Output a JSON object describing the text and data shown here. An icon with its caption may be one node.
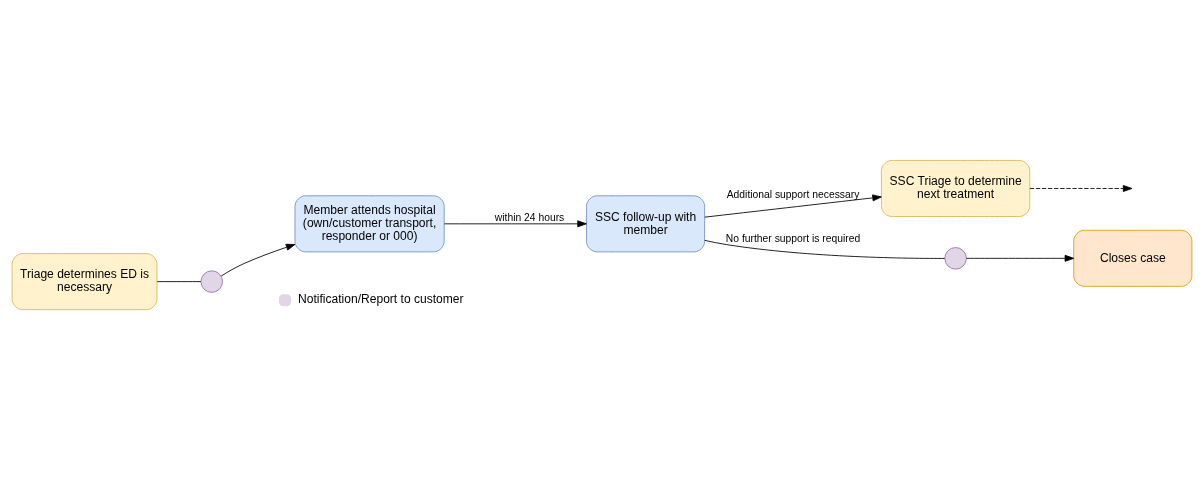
{
  "diagram": {
    "nodes": [
      {
        "text": [
          "Triage determines ED is necessary"
        ]
      },
      {
        "text": [],
        "shape": "circle"
      },
      {
        "text": [
          "Member attends hospital (own/customer transport, responder or 000)"
        ]
      },
      {
        "text": [
          "SSC follow-up with member"
        ]
      },
      {
        "text": [
          "SSC Triage to determine next treatment"
        ]
      },
      {
        "text": [],
        "shape": "circle"
      },
      {
        "text": [
          "Closes case"
        ]
      }
    ],
    "edges": [
      {
        "from": 0,
        "to": 1,
        "arrow": "none"
      },
      {
        "from": 1,
        "to": 2,
        "arrow": "to"
      },
      {
        "from": 2,
        "to": 3,
        "arrow": "to",
        "label": "within 24 hours"
      },
      {
        "from": 3,
        "to": 4,
        "arrow": "to",
        "label": "Additional support necessary"
      },
      {
        "from": 3,
        "to": 5,
        "arrow": "none",
        "label": "No further support is required"
      },
      {
        "from": 5,
        "to": 6,
        "arrow": "to"
      },
      {
        "from": 4,
        "to": null,
        "arrow": "to",
        "style": "dashed"
      }
    ],
    "legend": [
      {
        "text": "Notification/Report to customer",
        "color": "#e1d5e7"
      }
    ]
  }
}
